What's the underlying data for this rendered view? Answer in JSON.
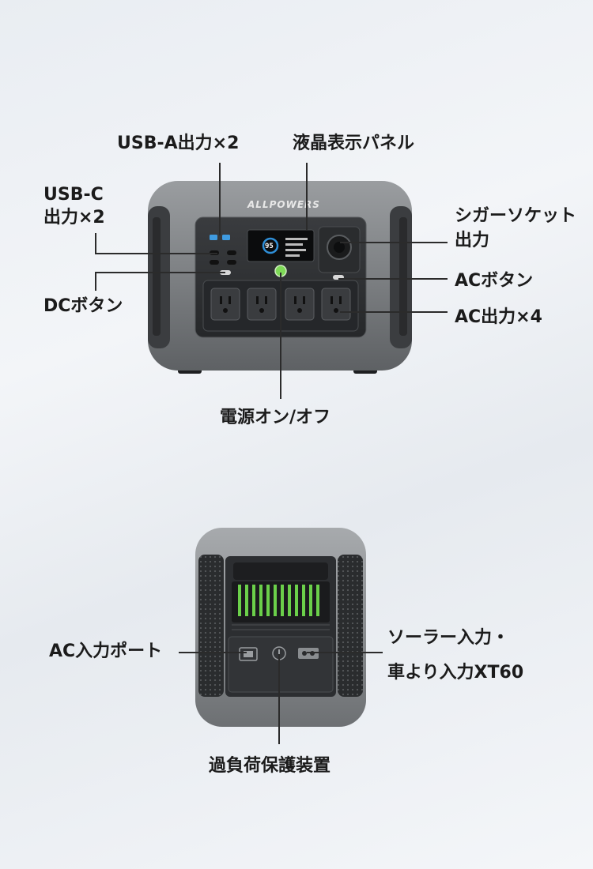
{
  "front": {
    "brand": "ALLPOWERS",
    "screen_value": "95",
    "labels": {
      "usb_a": "USB-A出力×2",
      "lcd": "液晶表示パネル",
      "usb_c_line1": "USB-C",
      "usb_c_line2": "出力×2",
      "cigar_line1": "シガーソケット",
      "cigar_line2": "出力",
      "ac_button": "ACボタン",
      "dc_button": "DCボタン",
      "ac_output": "AC出力×4",
      "power": "電源オン/オフ"
    }
  },
  "back": {
    "labels": {
      "ac_input": "AC入力ポート",
      "solar_line1": "ソーラー入力・",
      "solar_line2": "車より入力XT60",
      "overload": "過負荷保護装置"
    }
  },
  "colors": {
    "body_gray": "#8a8d90",
    "panel_dark": "#2e3033",
    "accent_green": "#7ed957",
    "screen_blue": "#2f8fd8"
  }
}
